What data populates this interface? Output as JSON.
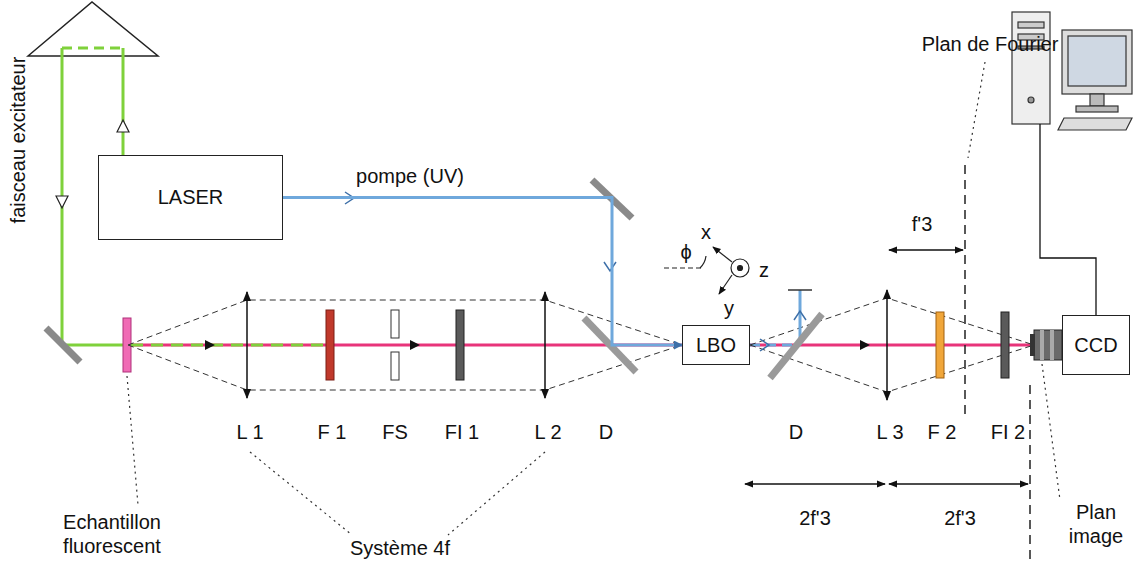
{
  "diagram": {
    "nodes": [
      {
        "text": [
          "LASER"
        ]
      },
      {
        "text": [
          "LBO"
        ]
      },
      {
        "text": [
          "CCD"
        ]
      }
    ],
    "edges": [
      {
        "from": 0,
        "to": 1,
        "arrow": "to"
      }
    ],
    "labels": [
      "faisceau excitateur",
      "pompe (UV)",
      "Plan de Fourier",
      "f'3",
      "ϕ",
      "x",
      "y",
      "z",
      "Echantillon fluorescent",
      "L 1",
      "F 1",
      "FS",
      "FI 1",
      "L 2",
      "D",
      "D",
      "L 3",
      "F 2",
      "FI 2",
      "Système 4f",
      "2f'3",
      "2f'3",
      "Plan image"
    ]
  }
}
